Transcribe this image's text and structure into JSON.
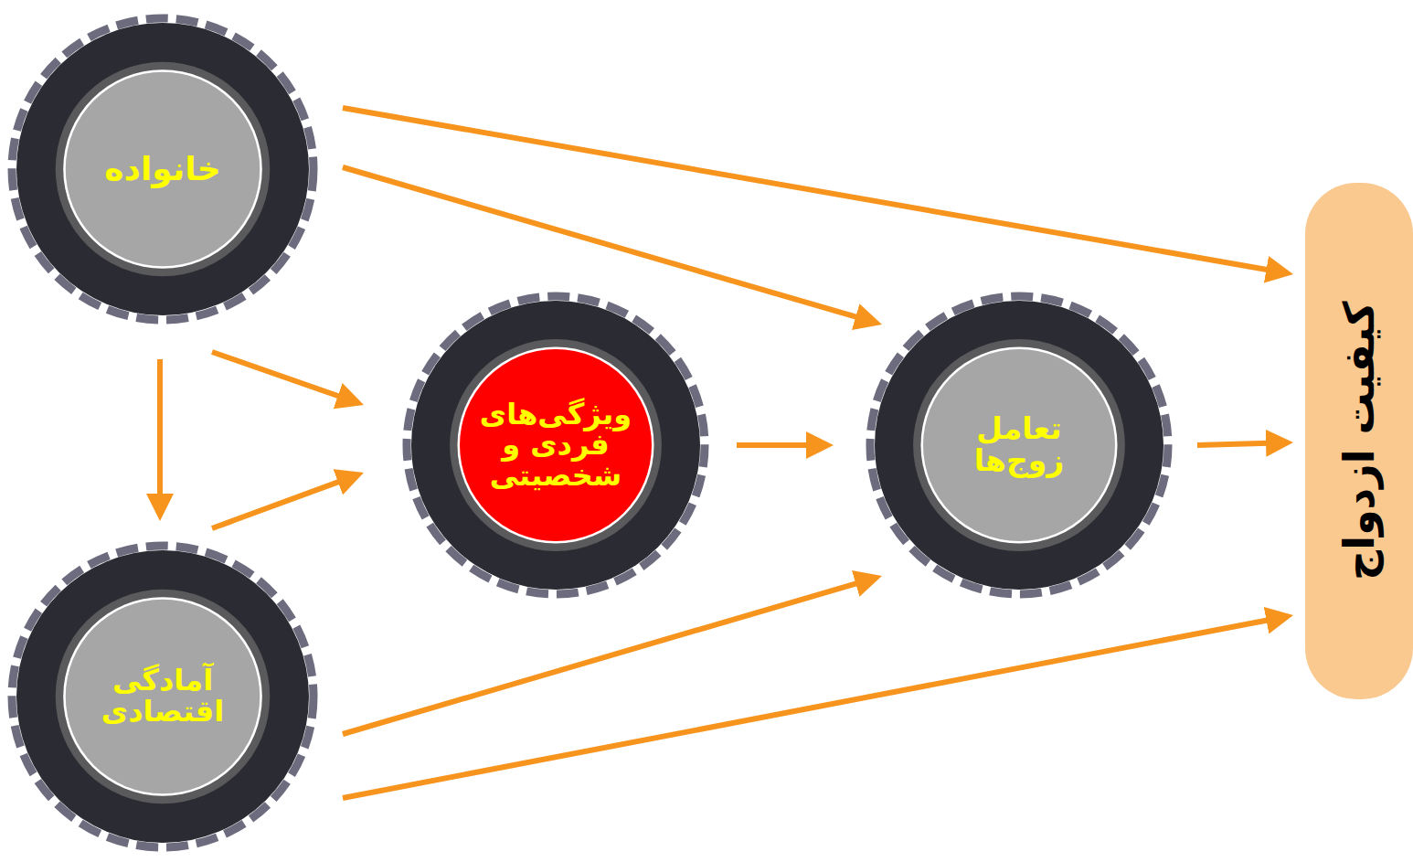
{
  "diagram": {
    "nodes": [
      {
        "text": [
          "خانواده"
        ]
      },
      {
        "text": [
          "ویژگی‌های فردی و شخصیتی"
        ]
      },
      {
        "text": [
          "تعامل زوج‌ها"
        ]
      },
      {
        "text": [
          "کیفیت ازدواج"
        ]
      },
      {
        "text": [
          "آمادگی اقتصادی"
        ]
      }
    ],
    "edges": [
      {
        "from": 0,
        "to": 3,
        "arrow": "to"
      },
      {
        "from": 0,
        "to": 2,
        "arrow": "to"
      },
      {
        "from": 0,
        "to": 1,
        "arrow": "to"
      },
      {
        "from": 0,
        "to": 4,
        "arrow": "to"
      },
      {
        "from": 4,
        "to": 1,
        "arrow": "to"
      },
      {
        "from": 1,
        "to": 2,
        "arrow": "to"
      },
      {
        "from": 4,
        "to": 2,
        "arrow": "to"
      },
      {
        "from": 4,
        "to": 3,
        "arrow": "to"
      },
      {
        "from": 2,
        "to": 3,
        "arrow": "to"
      }
    ]
  }
}
